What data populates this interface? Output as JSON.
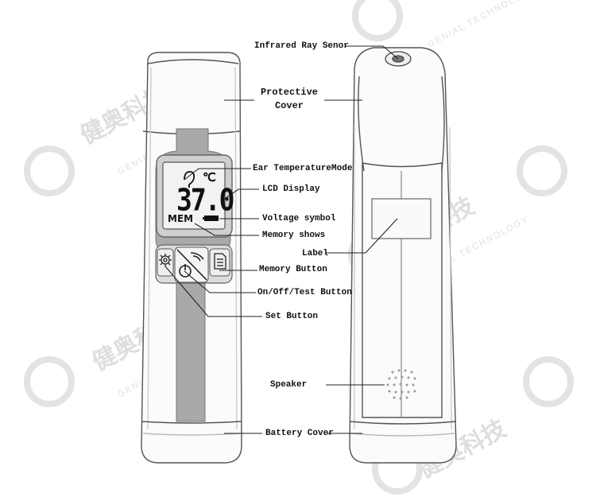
{
  "labels": {
    "infrared": "Infrared Ray Senor",
    "protective": "Protective\nCover",
    "ear_mode": "Ear TemperatureMode",
    "lcd": "LCD Display",
    "voltage": "Voltage symbol",
    "memory_shows": "Memory shows",
    "label": "Label",
    "memory_button": "Memory Button",
    "onoff": "On/Off/Test Button",
    "set": "Set Button",
    "speaker": "Speaker",
    "battery": "Battery Cover"
  },
  "lcd": {
    "unit": "℃",
    "reading": "37.0",
    "mem": "MEM"
  },
  "watermark": {
    "cn": "健奥科技",
    "en": "GENIAL TECHNOLOGY"
  },
  "colors": {
    "body_outline": "#555555",
    "band": "#a9a9a9",
    "lcd_bg": "#f2f2f2",
    "watermark": "#d9d9d9"
  },
  "icons": [
    "gear-icon",
    "power-wireless-icon",
    "document-icon",
    "ear-icon",
    "battery-icon"
  ]
}
